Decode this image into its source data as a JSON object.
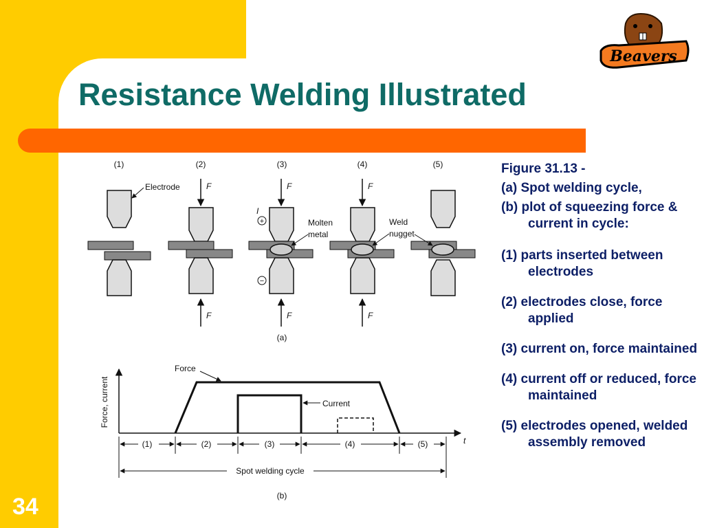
{
  "slide": {
    "title": "Resistance Welding Illustrated",
    "number": "34",
    "logo_text": "Beavers",
    "colors": {
      "background": "#FFCC00",
      "title": "#0F6B66",
      "bar": "#FF6600",
      "caption": "#0D1F66"
    }
  },
  "caption": {
    "lines": [
      "Figure 31.13 -",
      "(a) Spot welding cycle,",
      "(b) plot of squeezing force & current in cycle:",
      "(1) parts inserted between electrodes",
      "(2) electrodes close, force applied",
      "(3) current on, force maintained",
      "(4) current off or reduced, force maintained",
      "(5) electrodes opened, welded assembly removed"
    ]
  },
  "figure_a": {
    "stages": [
      "(1)",
      "(2)",
      "(3)",
      "(4)",
      "(5)"
    ],
    "electrode_label": "Electrode",
    "force_symbol": "F",
    "current_symbol": "I",
    "plus": "+",
    "minus": "−",
    "molten_line1": "Molten",
    "molten_line2": "metal",
    "weld_line1": "Weld",
    "weld_line2": "nugget",
    "caption": "(a)"
  },
  "figure_b": {
    "ylabel": "Force, current",
    "force_label": "Force",
    "current_label": "Current",
    "t_label": "t",
    "phases": [
      "(1)",
      "(2)",
      "(3)",
      "(4)",
      "(5)"
    ],
    "cycle_label": "Spot welding cycle",
    "caption": "(b)"
  }
}
